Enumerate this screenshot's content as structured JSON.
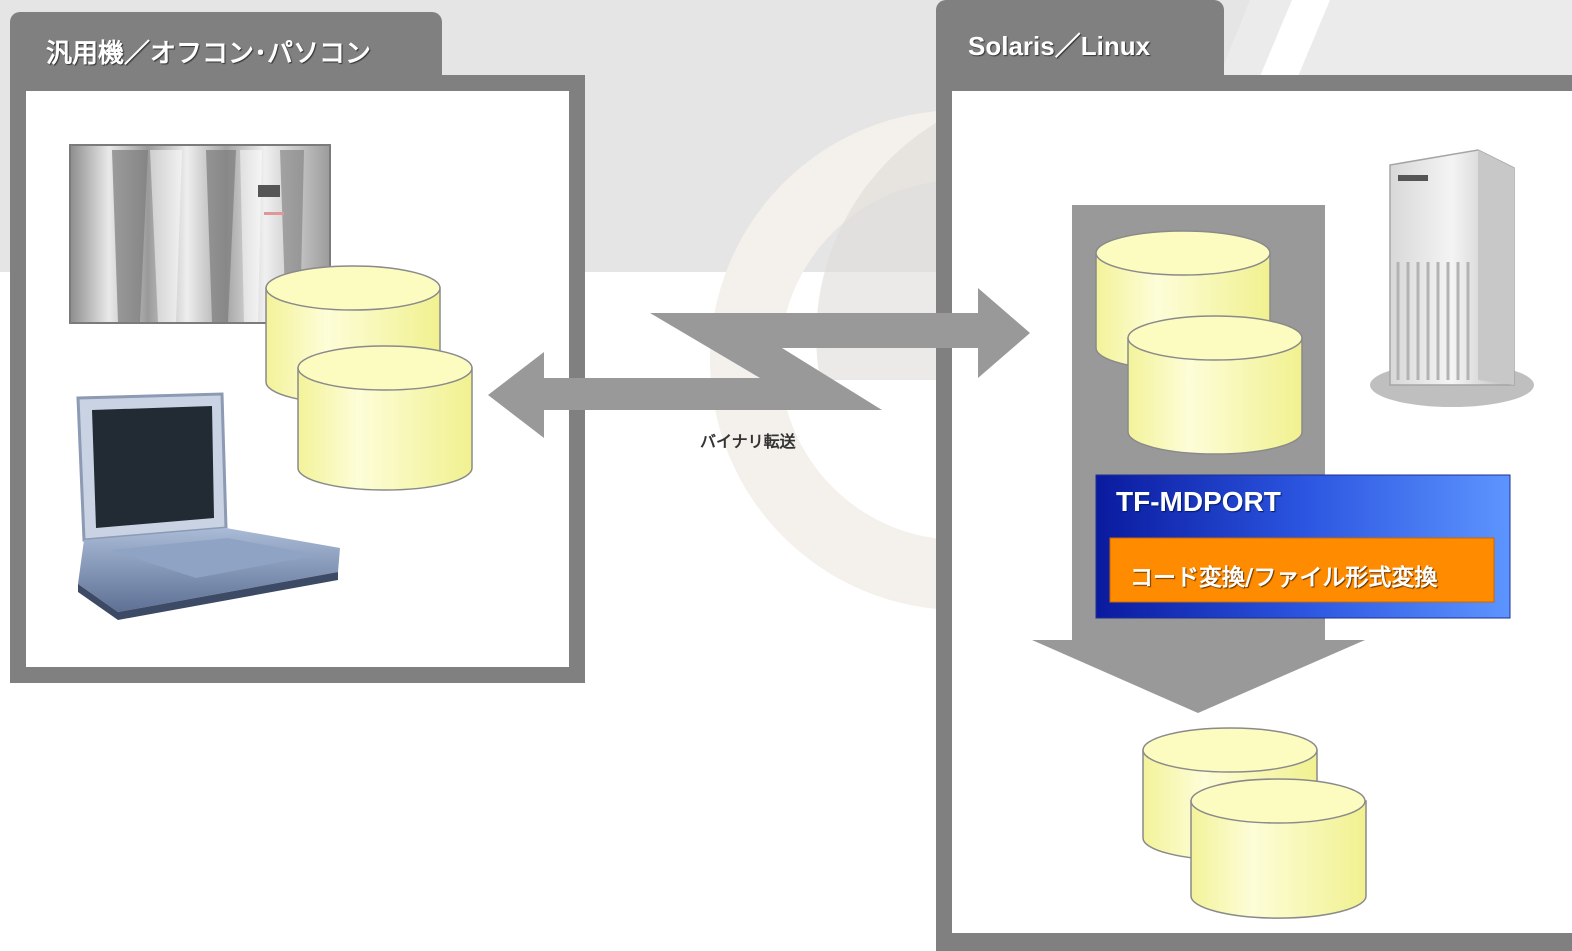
{
  "panels": {
    "left_title": "汎用機／オフコン･パソコン",
    "right_title": "Solaris／Linux"
  },
  "transfer": {
    "label": "バイナリ転送"
  },
  "product": {
    "name": "TF-MDPORT",
    "function": "コード変換/ファイル形式変換"
  },
  "colors": {
    "panel_gray": "#808080",
    "db_fill": "#fbfbb5",
    "product_blue": "#2a3fd0",
    "function_orange": "#ff8c00",
    "arrow_gray": "#999999"
  },
  "icons": [
    "mainframe-icon",
    "laptop-icon",
    "tower-server-icon",
    "database-icon"
  ]
}
